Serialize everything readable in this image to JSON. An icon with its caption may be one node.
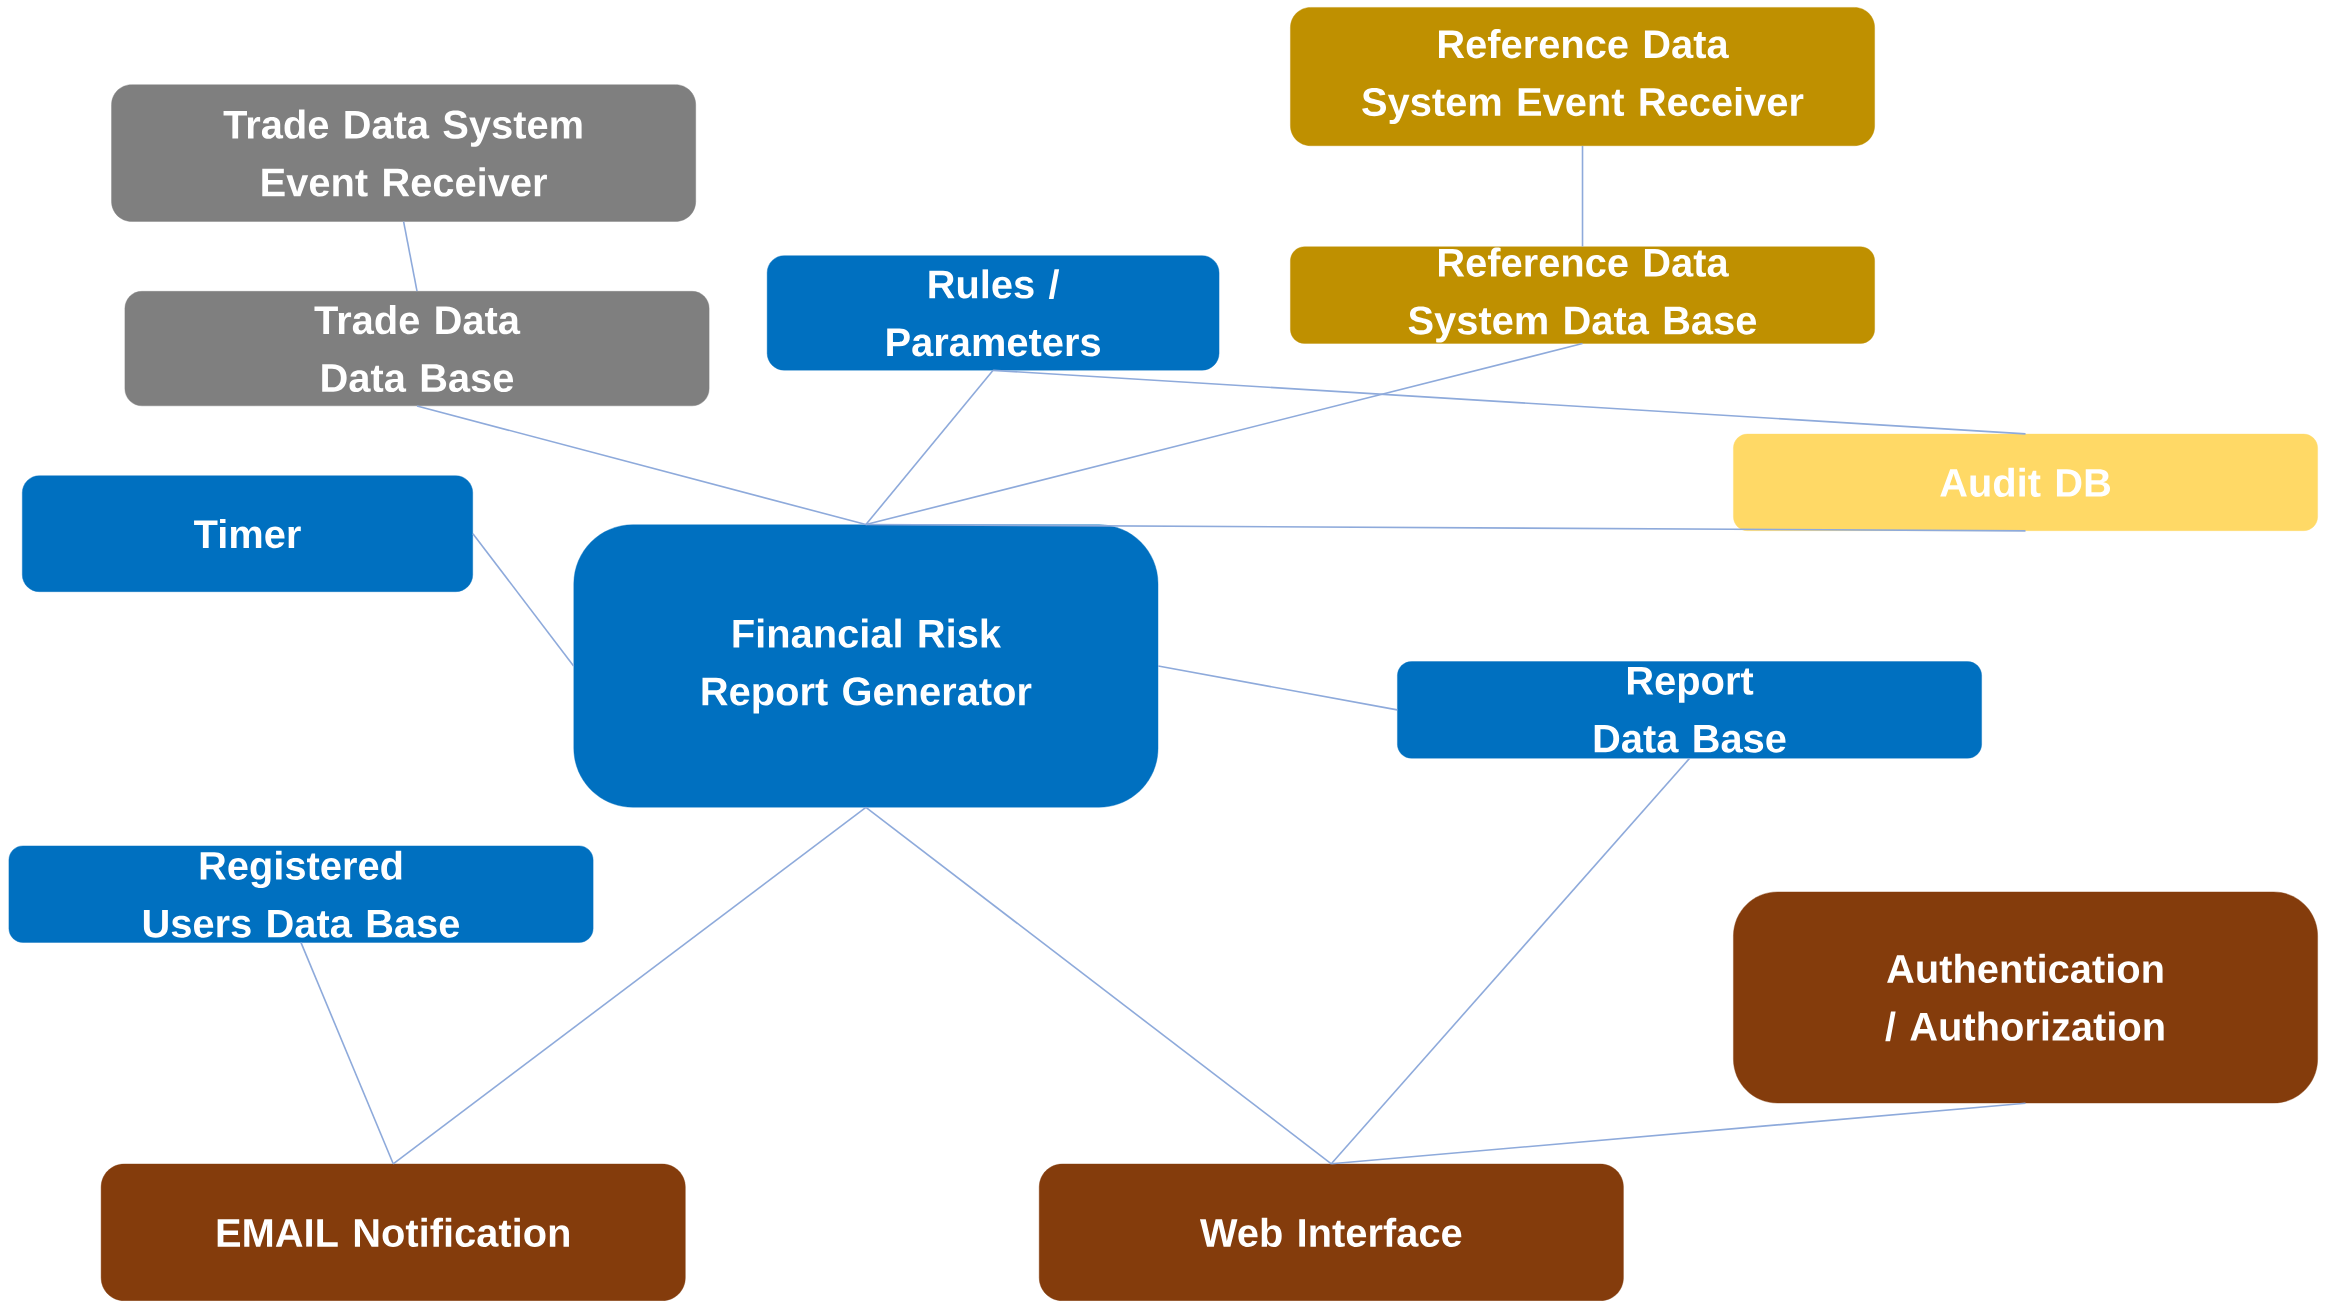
{
  "diagram": {
    "nodes": [
      {
        "text": [
          "Trade Data System Event Receiver"
        ]
      },
      {
        "text": [
          "Trade Data Data Base"
        ]
      },
      {
        "text": [
          "Reference Data System Event Receiver"
        ]
      },
      {
        "text": [
          "Reference Data System Data Base"
        ]
      },
      {
        "text": [
          "Rules / Parameters"
        ]
      },
      {
        "text": [
          "Audit DB"
        ]
      },
      {
        "text": [
          "Timer"
        ]
      },
      {
        "text": [
          "Financial Risk Report Generator"
        ]
      },
      {
        "text": [
          "Report Data Base"
        ]
      },
      {
        "text": [
          "Registered Users Data Base"
        ]
      },
      {
        "text": [
          "Authentication / Authorization"
        ]
      },
      {
        "text": [
          "EMAIL Notification"
        ]
      },
      {
        "text": [
          "Web Interface"
        ]
      }
    ],
    "edges": [
      {
        "from": 0,
        "to": 1,
        "arrow": "none"
      },
      {
        "from": 2,
        "to": 3,
        "arrow": "none"
      },
      {
        "from": 1,
        "to": 7,
        "arrow": "none"
      },
      {
        "from": 4,
        "to": 7,
        "arrow": "none"
      },
      {
        "from": 3,
        "to": 7,
        "arrow": "none"
      },
      {
        "from": 4,
        "to": 5,
        "arrow": "none"
      },
      {
        "from": 7,
        "to": 5,
        "arrow": "none"
      },
      {
        "from": 7,
        "to": 8,
        "arrow": "none"
      },
      {
        "from": 6,
        "to": 7,
        "arrow": "none"
      },
      {
        "from": 7,
        "to": 11,
        "arrow": "none"
      },
      {
        "from": 7,
        "to": 12,
        "arrow": "none"
      },
      {
        "from": 9,
        "to": 11,
        "arrow": "none"
      },
      {
        "from": 8,
        "to": 12,
        "arrow": "none"
      },
      {
        "from": 10,
        "to": 12,
        "arrow": "none"
      }
    ]
  }
}
